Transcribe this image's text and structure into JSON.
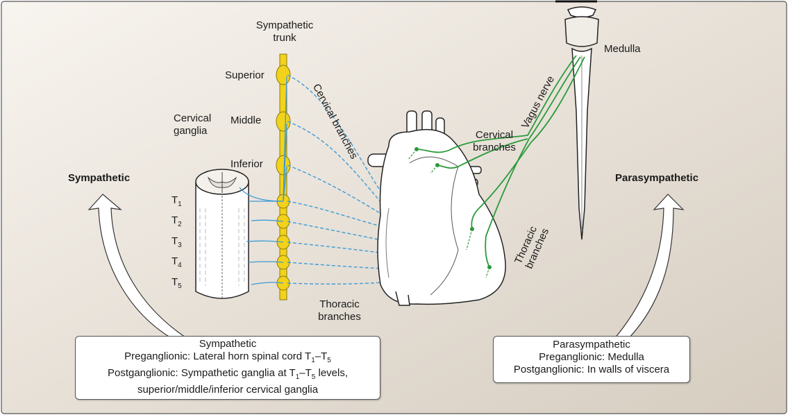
{
  "labels": {
    "sympathetic_trunk": [
      "Sympathetic",
      "trunk"
    ],
    "superior": "Superior",
    "middle": "Middle",
    "inferior": "Inferior",
    "cervical_ganglia": [
      "Cervical",
      "ganglia"
    ],
    "cervical_branches_left": "Cervical branches",
    "thoracic_branches_left": [
      "Thoracic",
      "branches"
    ],
    "cervical_branches_right": [
      "Cervical",
      "branches"
    ],
    "thoracic_branches_right": [
      "Thoracic",
      "branches"
    ],
    "vagus_nerve": "Vagus nerve",
    "medulla": "Medulla",
    "sympathetic_heading": "Sympathetic",
    "parasympathetic_heading": "Parasympathetic",
    "spinal_levels": [
      "T1",
      "T2",
      "T3",
      "T4",
      "T5"
    ]
  },
  "sympathetic_box": {
    "title": "Sympathetic",
    "line2_prefix": "Preganglionic: Lateral horn spinal cord T",
    "line2_range": [
      "1",
      "5"
    ],
    "line3_prefix": "Postganglionic: Sympathetic ganglia at T",
    "line3_range": [
      "1",
      "5"
    ],
    "line3_suffix": " levels,",
    "line4": "superior/middle/inferior cervical ganglia"
  },
  "parasympathetic_box": {
    "title": "Parasympathetic",
    "line2": "Preganglionic: Medulla",
    "line3": "Postganglionic: In walls of viscera"
  },
  "colors": {
    "background_gradient": [
      "#f7f3ee",
      "#d8cfc3"
    ],
    "sympathetic_trunk": "#f2d21a",
    "sympathetic_fiber": "#3c9bd6",
    "parasympathetic_fiber": "#2a9a3a",
    "outline": "#222222"
  }
}
